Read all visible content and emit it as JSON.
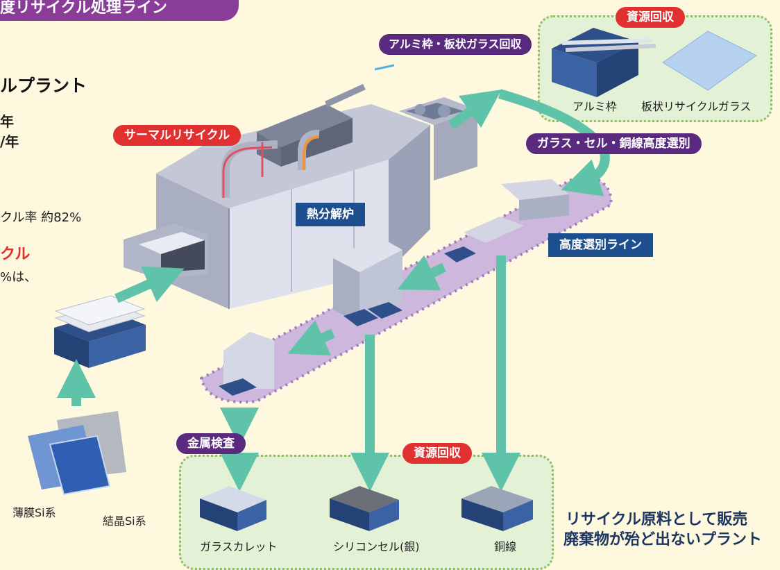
{
  "title": "度リサイクル処理ライン",
  "left_panel": {
    "heading": "ルプラント",
    "line1": "年",
    "line2": "/年",
    "rate": "クル率 約82%",
    "subheading": "クル",
    "note": "%は、"
  },
  "labels": {
    "thermal": "サーマルリサイクル",
    "furnace": "熱分解炉",
    "aluminum_glass": "アルミ枠・板状ガラス回収",
    "resource_top": "資源回収",
    "resource_bottom": "資源回収",
    "sorting": "ガラス・セル・銅線高度選別",
    "line": "高度選別ライン",
    "metal": "金属検査"
  },
  "products_top": {
    "aluminum": "アルミ枠",
    "glass": "板状リサイクルガラス"
  },
  "products_bottom": {
    "cullet": "ガラスカレット",
    "silicon": "シリコンセル(銀)",
    "copper": "銅線"
  },
  "panels": {
    "thin": "薄膜Si系",
    "crystal": "結晶Si系"
  },
  "footer": {
    "line1": "リサイクル原料として販売",
    "line2": "廃棄物が殆ど出ないプラント"
  },
  "colors": {
    "arrow": "#5fc3a9",
    "purple": "#5a2a7e",
    "red": "#e03030",
    "navy": "#1d4f8e"
  }
}
